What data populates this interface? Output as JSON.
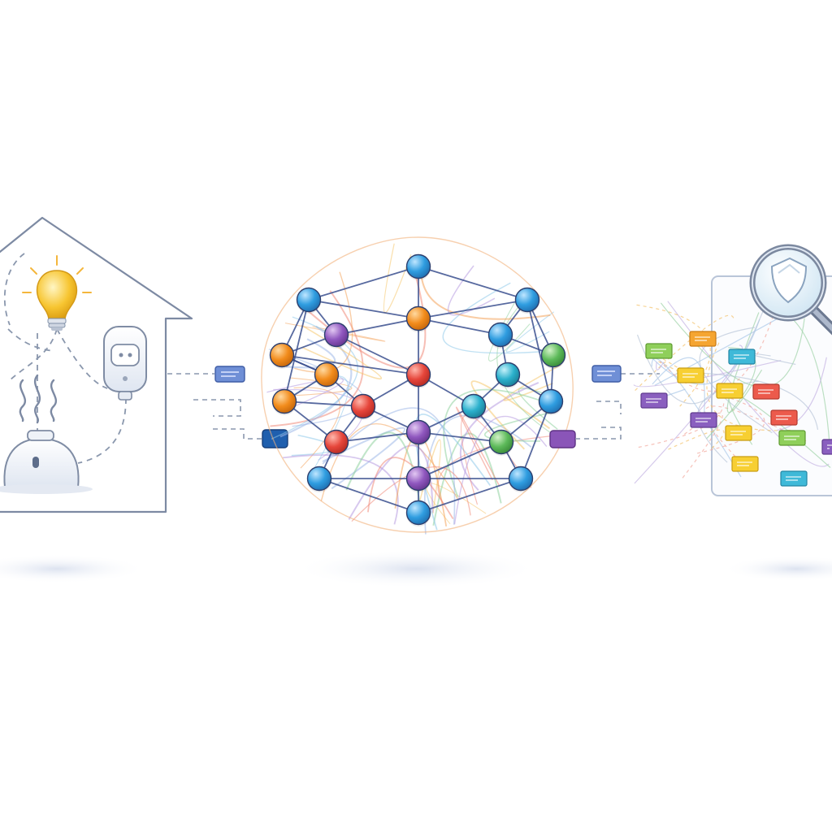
{
  "palette": {
    "outline": "#6f7f9a",
    "bulb": "#f7c531",
    "blue": "#2f8fd6",
    "orange": "#f08a1c",
    "purple": "#8a55b8",
    "red": "#e1463c",
    "green": "#5cb85c",
    "teal": "#2aa7c4",
    "navy": "#2b4f9e",
    "yellow": "#f2c12e",
    "edge": "#3a4f8e"
  },
  "home": {
    "icons": [
      "lightbulb-icon",
      "smart-plug-icon",
      "heat-waves-icon",
      "kettle-icon"
    ]
  },
  "network": {
    "nodes": [
      {
        "id": "n1",
        "color": "blue"
      },
      {
        "id": "n2",
        "color": "blue"
      },
      {
        "id": "n3",
        "color": "orange"
      },
      {
        "id": "n4",
        "color": "blue"
      },
      {
        "id": "n5",
        "color": "purple"
      },
      {
        "id": "n6",
        "color": "blue"
      },
      {
        "id": "n7",
        "color": "orange"
      },
      {
        "id": "n8",
        "color": "orange"
      },
      {
        "id": "n9",
        "color": "red"
      },
      {
        "id": "n10",
        "color": "teal"
      },
      {
        "id": "n11",
        "color": "green"
      },
      {
        "id": "n12",
        "color": "orange"
      },
      {
        "id": "n13",
        "color": "red"
      },
      {
        "id": "n14",
        "color": "teal"
      },
      {
        "id": "n15",
        "color": "blue"
      },
      {
        "id": "n16",
        "color": "red"
      },
      {
        "id": "n17",
        "color": "purple"
      },
      {
        "id": "n18",
        "color": "green"
      },
      {
        "id": "n19",
        "color": "blue"
      },
      {
        "id": "n20",
        "color": "purple"
      },
      {
        "id": "n21",
        "color": "blue"
      },
      {
        "id": "n22",
        "color": "blue"
      }
    ],
    "edges": [
      [
        "n1",
        "n2"
      ],
      [
        "n1",
        "n4"
      ],
      [
        "n1",
        "n3"
      ],
      [
        "n2",
        "n3"
      ],
      [
        "n4",
        "n3"
      ],
      [
        "n2",
        "n5"
      ],
      [
        "n2",
        "n7"
      ],
      [
        "n5",
        "n3"
      ],
      [
        "n4",
        "n6"
      ],
      [
        "n4",
        "n11"
      ],
      [
        "n5",
        "n7"
      ],
      [
        "n5",
        "n9"
      ],
      [
        "n3",
        "n9"
      ],
      [
        "n3",
        "n6"
      ],
      [
        "n6",
        "n10"
      ],
      [
        "n6",
        "n11"
      ],
      [
        "n7",
        "n8"
      ],
      [
        "n7",
        "n9"
      ],
      [
        "n8",
        "n12"
      ],
      [
        "n8",
        "n13"
      ],
      [
        "n9",
        "n13"
      ],
      [
        "n9",
        "n17"
      ],
      [
        "n9",
        "n14"
      ],
      [
        "n10",
        "n14"
      ],
      [
        "n10",
        "n15"
      ],
      [
        "n11",
        "n15"
      ],
      [
        "n12",
        "n16"
      ],
      [
        "n12",
        "n13"
      ],
      [
        "n13",
        "n16"
      ],
      [
        "n13",
        "n17"
      ],
      [
        "n14",
        "n17"
      ],
      [
        "n14",
        "n18"
      ],
      [
        "n15",
        "n18"
      ],
      [
        "n15",
        "n22"
      ],
      [
        "n16",
        "n19"
      ],
      [
        "n16",
        "n17"
      ],
      [
        "n17",
        "n18"
      ],
      [
        "n17",
        "n20"
      ],
      [
        "n18",
        "n20"
      ],
      [
        "n18",
        "n22"
      ],
      [
        "n19",
        "n20"
      ],
      [
        "n19",
        "n21"
      ],
      [
        "n20",
        "n21"
      ],
      [
        "n22",
        "n21"
      ],
      [
        "n22",
        "n20"
      ],
      [
        "n8",
        "n7"
      ],
      [
        "n2",
        "n12"
      ],
      [
        "n4",
        "n15"
      ]
    ]
  },
  "output": {
    "tags": [
      {
        "color": "green"
      },
      {
        "color": "orange"
      },
      {
        "color": "teal"
      },
      {
        "color": "yellow"
      },
      {
        "color": "yellow"
      },
      {
        "color": "red"
      },
      {
        "color": "purple"
      },
      {
        "color": "purple"
      },
      {
        "color": "red"
      },
      {
        "color": "yellow"
      },
      {
        "color": "green"
      },
      {
        "color": "yellow"
      },
      {
        "color": "teal"
      },
      {
        "color": "purple"
      }
    ],
    "icons": [
      "magnifier-icon",
      "shield-icon"
    ]
  }
}
